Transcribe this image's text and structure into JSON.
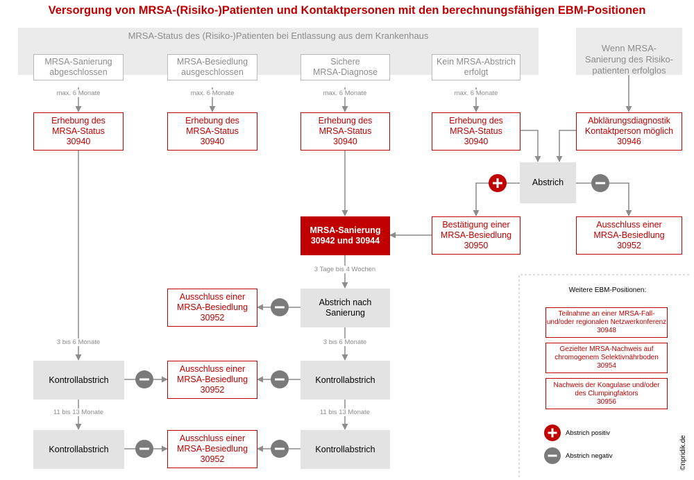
{
  "title": "Versorgung von MRSA-(Risiko-)Patienten und Kontaktpersonen mit den berechnungsfähigen EBM-Positionen",
  "status_band": "MRSA-Status des (Risiko-)Patienten bei Entlassung aus dem Krankenhaus",
  "fail_band": "Wenn MRSA-\nSanierung des Risiko-\npatienten erfolglos",
  "status": {
    "s1": "MRSA-Sanierung\nabgeschlossen",
    "s2": "MRSA-Besiedlung\nausgeschlossen",
    "s3": "Sichere\nMRSA-Diagnose",
    "s4": "Kein MRSA-Abstrich\nerfolgt"
  },
  "notes": {
    "max6": "max. 6 Monate",
    "tage": "3 Tage bis 4 Wochen",
    "m36": "3 bis 6 Monate",
    "m1113": "11 bis 13 Monate"
  },
  "boxes": {
    "erhebung": "Erhebung des\nMRSA-Status\n30940",
    "abklaerung": "Abklärungsdiagnostik\nKontaktperson möglich\n30946",
    "abstrich": "Abstrich",
    "bestaetigung": "Bestätigung einer\nMRSA-Besiedlung\n30950",
    "ausschluss_30952": "Ausschluss einer\nMRSA-Besiedlung\n30952",
    "sanierung": "MRSA-Sanierung\n30942 und 30944",
    "abstrich_nach": "Abstrich nach\nSanierung",
    "kontroll": "Kontrollabstrich"
  },
  "legend": {
    "title": "Weitere EBM-Positionen:",
    "items": [
      "Teilnahme an einer MRSA-Fall-\nund/oder regionalen Netzwerkonferenz\n30948",
      "Gezielter MRSA-Nachweis auf\nchromogenem Selektivnährboden\n30954",
      "Nachweis der Koagulase und/oder\ndes Clumpingfaktors\n30956"
    ],
    "positive": "Abstrich positiv",
    "negative": "Abstrich negativ"
  },
  "credit": "©npridik.de",
  "colors": {
    "red": "#c00000",
    "gray": "#8c8c8c",
    "light": "#e3e3e3",
    "band": "#ebebeb",
    "circle": "#7a7a7a"
  }
}
